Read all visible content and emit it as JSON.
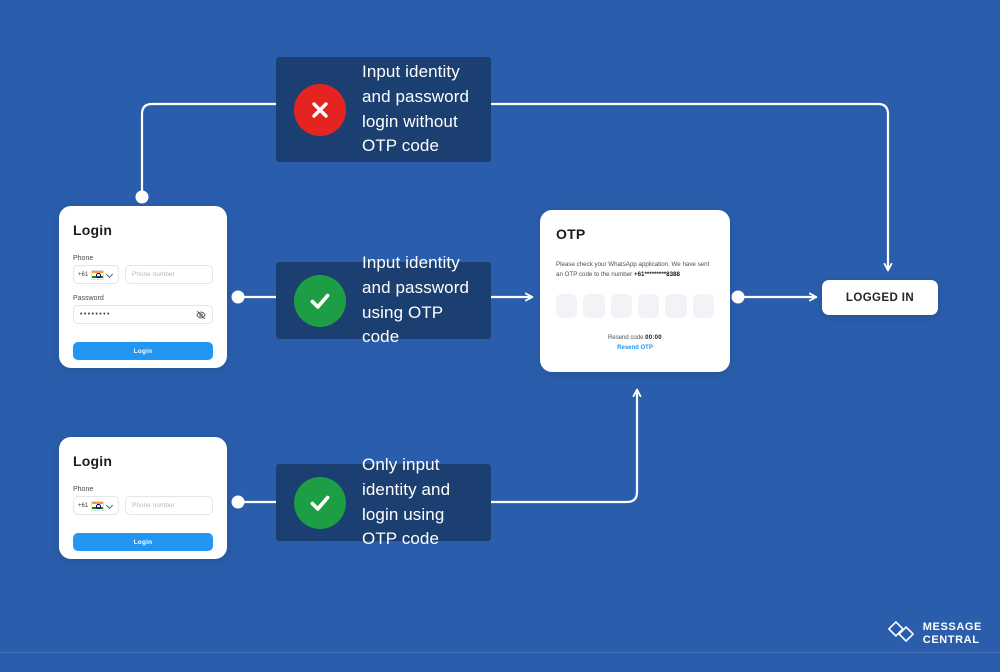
{
  "theme": {
    "background": "#2a5eac",
    "step_box": "#1b3f70",
    "success": "#1d9d44",
    "error": "#e52421",
    "accent_blue": "#2196f3",
    "card": "#ffffff",
    "connector": "#ffffff"
  },
  "login_card_top": {
    "title": "Login",
    "phone_label": "Phone",
    "country_code": "+61",
    "flag": "india-flag",
    "phone_placeholder": "Phone number",
    "phone_value": "",
    "password_label": "Password",
    "password_value": "••••••••",
    "password_toggle": "eye-off-icon",
    "button_label": "Login"
  },
  "login_card_bottom": {
    "title": "Login",
    "phone_label": "Phone",
    "country_code": "+61",
    "flag": "india-flag",
    "phone_placeholder": "Phone number",
    "phone_value": "",
    "button_label": "Login"
  },
  "otp_card": {
    "title": "OTP",
    "description_prefix": "Please check your WhatsApp application. We have sent an OTP code to the number ",
    "description_number": "+61*********8388",
    "inputs": [
      "",
      "",
      "",
      "",
      "",
      ""
    ],
    "resend_code_label": "Resend code",
    "resend_timer": "00:00",
    "resend_link": "Resend OTP"
  },
  "steps": [
    {
      "id": "step-no-otp",
      "status": "error",
      "icon": "cross-icon",
      "text": "Input identity and password login without OTP code"
    },
    {
      "id": "step-password-otp",
      "status": "success",
      "icon": "check-icon",
      "text": "Input identity and password using OTP code"
    },
    {
      "id": "step-identity-otp",
      "status": "success",
      "icon": "check-icon",
      "text": "Only input identity and login using OTP code"
    }
  ],
  "result": {
    "label": "LOGGED IN"
  },
  "brand": {
    "line1": "MESSAGE",
    "line2": "CENTRAL",
    "logo": "message-central-logo"
  }
}
